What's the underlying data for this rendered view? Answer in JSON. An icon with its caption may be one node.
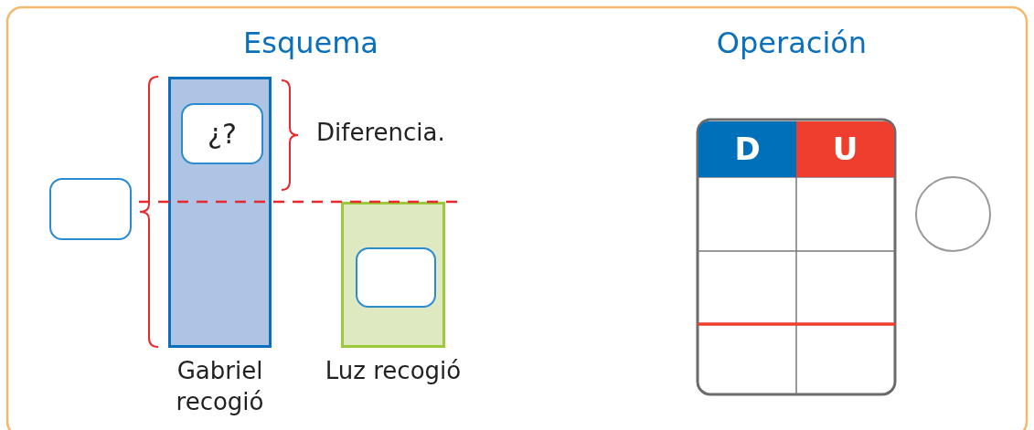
{
  "diagram": {
    "nodes": [
      {
        "text": [],
        "shape": "bar",
        "beside": [
          "Gabriel recogió"
        ]
      },
      {
        "text": [
          "¿?"
        ],
        "in": 0
      },
      {
        "text": [],
        "shape": "box"
      },
      {
        "text": [],
        "shape": "bar",
        "beside": [
          "Luz recogió"
        ]
      },
      {
        "text": [],
        "shape": "box",
        "in": 3
      },
      {
        "text": [],
        "shape": "circle"
      }
    ],
    "labels": [
      "Esquema",
      "Operación",
      "Diferencia.",
      "D",
      "U"
    ]
  }
}
